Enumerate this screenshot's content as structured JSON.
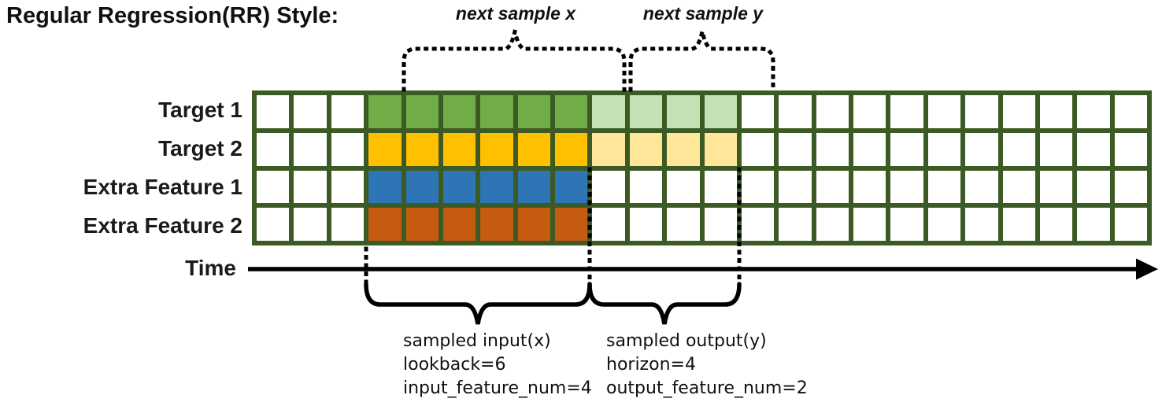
{
  "title": "Regular Regression(RR) Style:",
  "annotations": {
    "next_sample_x": "next sample x",
    "next_sample_y": "next sample y",
    "time_label": "Time",
    "input_block": {
      "line1": "sampled input(x)",
      "line2": "lookback=6",
      "line3": "input_feature_num=4"
    },
    "output_block": {
      "line1": "sampled output(y)",
      "line2": "horizon=4",
      "line3": "output_feature_num=2"
    }
  },
  "grid": {
    "columns": 24,
    "input_start_col": 3,
    "lookback": 6,
    "horizon": 4,
    "border_color": "#3c5a24",
    "empty_cell_color": "#ffffff",
    "rows": [
      {
        "label": "Target 1",
        "input_color": "#70ad47",
        "output_color": "#c5e0b4"
      },
      {
        "label": "Target 2",
        "input_color": "#ffc000",
        "output_color": "#ffe699"
      },
      {
        "label": "Extra Feature 1",
        "input_color": "#2e75b6",
        "output_color": null
      },
      {
        "label": "Extra Feature 2",
        "input_color": "#c55a11",
        "output_color": null
      }
    ]
  }
}
